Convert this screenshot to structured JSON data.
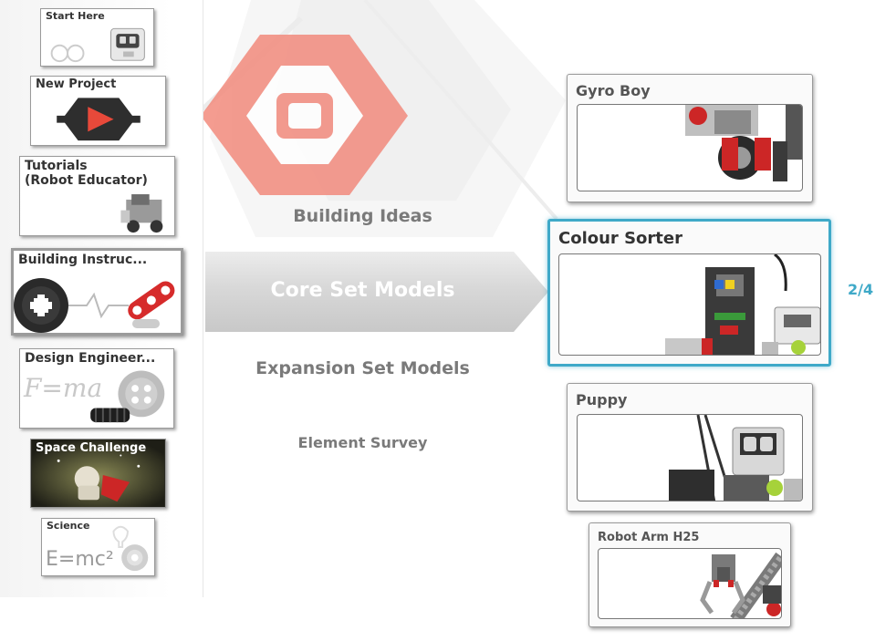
{
  "sidebar": {
    "items": [
      {
        "label": "Start Here",
        "icon": "robot-face-icon"
      },
      {
        "label": "New Project",
        "icon": "play-hexagon-icon"
      },
      {
        "label": "Tutorials\n(Robot Educator)",
        "icon": "robot-model-icon"
      },
      {
        "label": "Building Instruc...",
        "icon": "gear-beam-icon"
      },
      {
        "label": "Design Engineer...",
        "icon": "formula-gear-icon"
      },
      {
        "label": "Space Challenge",
        "icon": "rocket-figure-icon"
      },
      {
        "label": "Science",
        "icon": "emc2-gear-icon"
      }
    ],
    "formula_1": "F=ma",
    "formula_2": "E=mc²"
  },
  "categories": {
    "items": [
      "Building Ideas",
      "Core Set Models",
      "Expansion Set Models",
      "Element Survey"
    ],
    "selected": "Core Set Models"
  },
  "models": {
    "items": [
      "Gyro Boy",
      "Colour Sorter",
      "Puppy",
      "Robot Arm H25"
    ],
    "active": "Colour Sorter",
    "pager": "2/4"
  },
  "colors": {
    "accent": "#3fa9c8",
    "brand_red": "#e8493a",
    "arrow_gray": "#d6d6d6"
  }
}
